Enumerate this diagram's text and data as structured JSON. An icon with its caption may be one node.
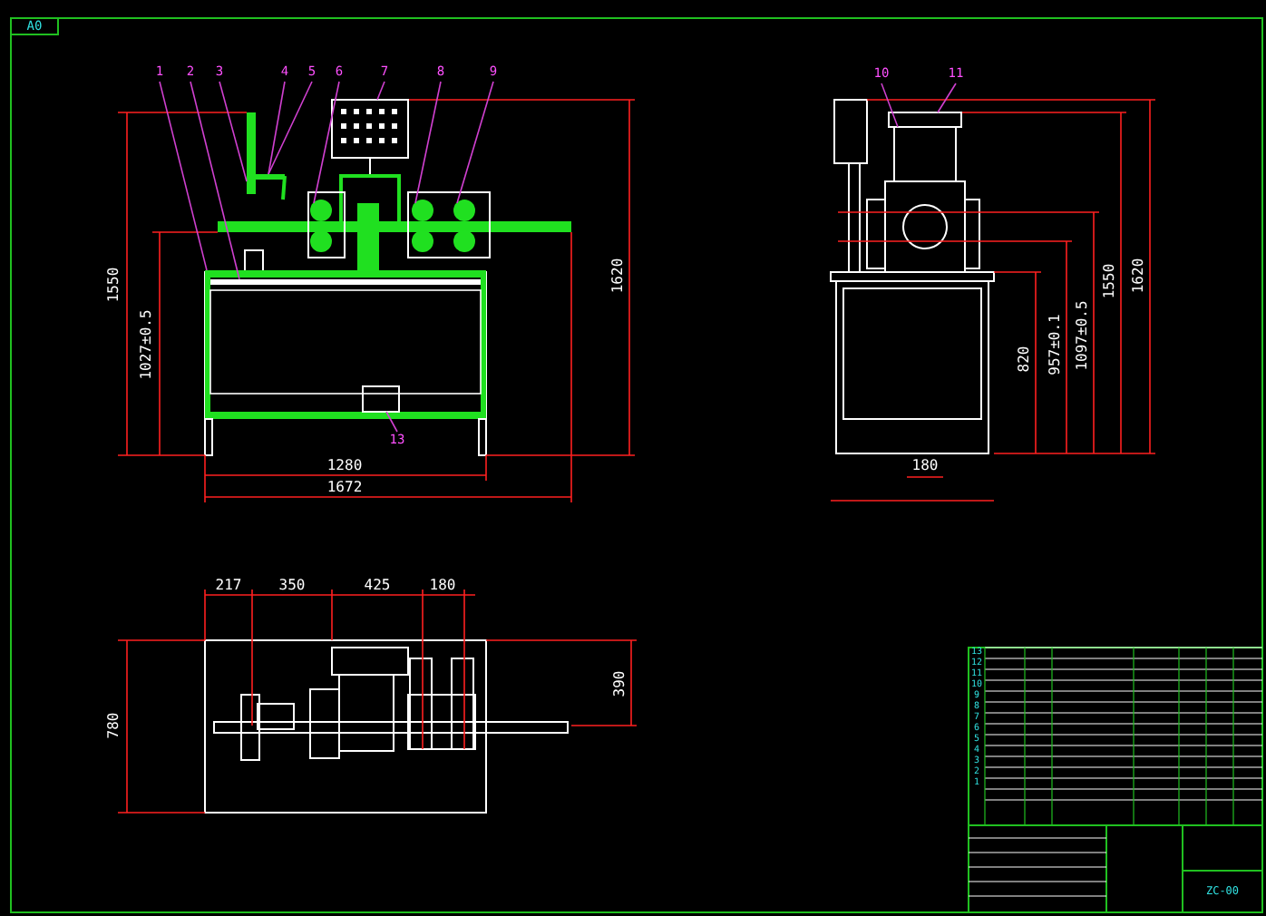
{
  "diagram": {
    "nodes": [
      {
        "text": [
          "1"
        ]
      },
      {
        "text": [
          "2"
        ]
      },
      {
        "text": [
          "3"
        ]
      },
      {
        "text": [
          "4"
        ]
      },
      {
        "text": [
          "5"
        ]
      },
      {
        "text": [
          "6"
        ]
      },
      {
        "text": [
          "7"
        ]
      },
      {
        "text": [
          "8"
        ]
      },
      {
        "text": [
          "9"
        ]
      },
      {
        "text": [
          "10"
        ]
      },
      {
        "text": [
          "11"
        ]
      },
      {
        "text": [
          "13"
        ]
      },
      {
        "text": [],
        "shape": "bar"
      },
      {
        "text": [],
        "shape": "bar"
      },
      {
        "text": [],
        "shape": "bar"
      },
      {
        "text": [],
        "shape": "bar"
      },
      {
        "text": [],
        "shape": "circle"
      },
      {
        "text": [],
        "shape": "box"
      },
      {
        "text": [],
        "shape": "circle"
      },
      {
        "text": [],
        "shape": "circle"
      },
      {
        "text": [],
        "shape": "box"
      },
      {
        "text": [],
        "shape": "box"
      },
      {
        "text": [],
        "shape": "box"
      }
    ],
    "edges": [
      {
        "from": 0,
        "to": 12,
        "arrow": "none"
      },
      {
        "from": 1,
        "to": 13,
        "arrow": "none"
      },
      {
        "from": 2,
        "to": 14,
        "arrow": "none"
      },
      {
        "from": 3,
        "to": 15,
        "arrow": "none"
      },
      {
        "from": 4,
        "to": 15,
        "arrow": "none"
      },
      {
        "from": 5,
        "to": 16,
        "arrow": "none"
      },
      {
        "from": 6,
        "to": 17,
        "arrow": "none"
      },
      {
        "from": 7,
        "to": 18,
        "arrow": "none"
      },
      {
        "from": 8,
        "to": 19,
        "arrow": "none"
      },
      {
        "from": 9,
        "to": 21,
        "arrow": "none"
      },
      {
        "from": 10,
        "to": 22,
        "arrow": "none"
      },
      {
        "from": 11,
        "to": 20,
        "arrow": "none"
      }
    ],
    "labels": [
      "A0",
      "1550",
      "1027±0.5",
      "1620",
      "1280",
      "1672",
      "820",
      "957±0.1",
      "1097±0.5",
      "1550",
      "1620",
      "180",
      "217",
      "350",
      "425",
      "180",
      "780",
      "390",
      "13",
      "12",
      "11",
      "10",
      "9",
      "8",
      "7",
      "6",
      "5",
      "4",
      "3",
      "2",
      "1",
      "ZC-00"
    ]
  }
}
